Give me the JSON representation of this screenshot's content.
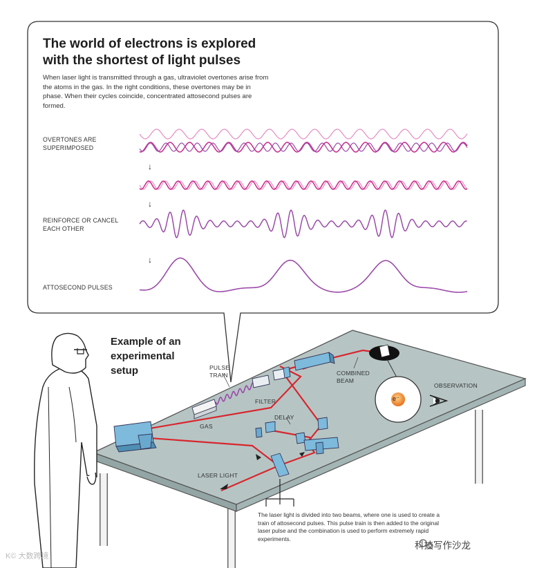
{
  "callout": {
    "title_line1": "The world of electrons is explored",
    "title_line2": "with the shortest of light pulses",
    "description": "When laser light is transmitted through a gas, ultraviolet overtones arise from the atoms in the gas. In the right conditions, these overtones may be in phase. When their cycles coincide, concentrated attosecond pulses are formed."
  },
  "wave_rows": [
    {
      "label_line1": "OVERTONES ARE",
      "label_line2": "SUPERIMPOSED"
    },
    {
      "label_line1": "",
      "label_line2": ""
    },
    {
      "label_line1": "REINFORCE OR CANCEL",
      "label_line2": "EACH OTHER"
    },
    {
      "label_line1": "ATTOSECOND PULSES",
      "label_line2": ""
    }
  ],
  "arrow_glyph": "↓",
  "setup": {
    "caption_line1": "Example of an",
    "caption_line2": "experimental",
    "caption_line3": "setup",
    "labels": {
      "pulse_train_1": "PULSE",
      "pulse_train_2": "TRAIN",
      "combined_beam_1": "COMBINED",
      "combined_beam_2": "BEAM",
      "observation": "OBSERVATION",
      "filter": "FILTER",
      "gas": "GAS",
      "delay": "DELAY",
      "laser_light": "LASER LIGHT",
      "electron": "e⁻"
    },
    "footnote": "The laser light is divided into two beams, where one is used to create a train of attosecond pulses. This pulse train is then added to the original laser pulse and the combination is used to perform extremely rapid experiments."
  },
  "brand": "科技写作沙龙",
  "watermark": "K© 大数跨境",
  "colors": {
    "pink": "#e58bc3",
    "magenta": "#c8328f",
    "purple": "#9b4aa8",
    "laser_red": "#d8262e",
    "table_top": "#b4c3c2",
    "table_edge": "#8fa2a1",
    "optic_blue": "#6fb3d6",
    "electron_orange": "#f08a24"
  }
}
